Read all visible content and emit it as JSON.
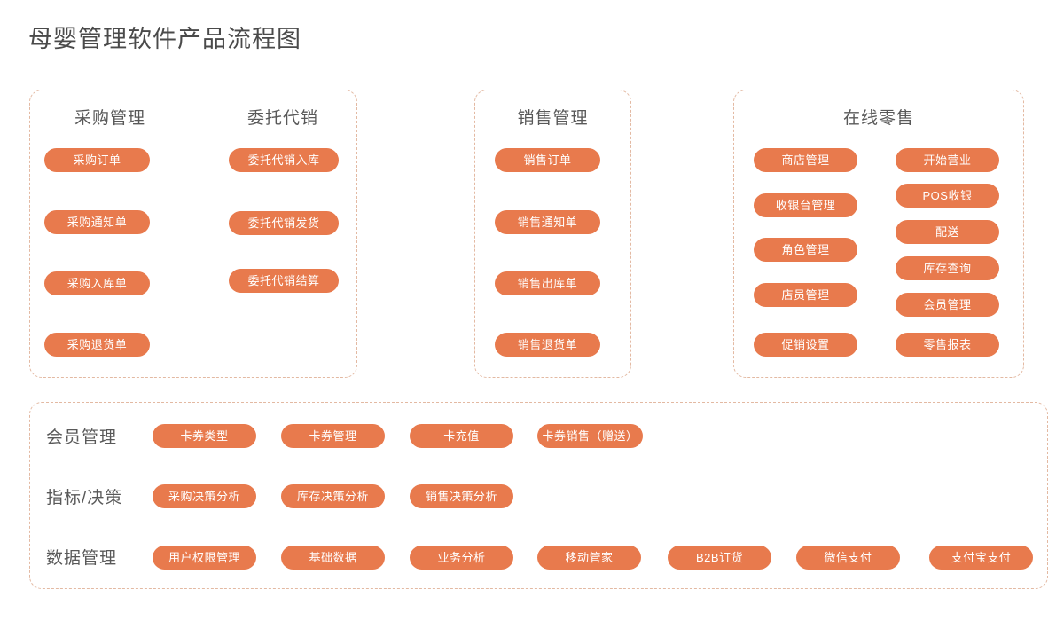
{
  "title": "母婴管理软件产品流程图",
  "theme": {
    "pill_color": "#e87a4d",
    "pill_text_color": "#ffffff",
    "panel_border_color": "#e3b9a2",
    "heading_color": "#4a4a4a",
    "background": "#ffffff"
  },
  "panels": [
    {
      "id": "panel-procurement",
      "columns": [
        {
          "id": "col-procurement",
          "title": "采购管理",
          "items": [
            "采购订单",
            "采购通知单",
            "采购入库单",
            "采购退货单"
          ]
        },
        {
          "id": "col-consignment",
          "title": "委托代销",
          "items": [
            "委托代销入库",
            "委托代销发货",
            "委托代销结算"
          ]
        }
      ]
    },
    {
      "id": "panel-sales",
      "columns": [
        {
          "id": "col-sales",
          "title": "销售管理",
          "items": [
            "销售订单",
            "销售通知单",
            "销售出库单",
            "销售退货单"
          ]
        }
      ]
    },
    {
      "id": "panel-online-retail",
      "title": "在线零售",
      "columns": [
        {
          "id": "col-retail-left",
          "items": [
            "商店管理",
            "收银台管理",
            "角色管理",
            "店员管理",
            "促销设置"
          ]
        },
        {
          "id": "col-retail-right",
          "items": [
            "开始营业",
            "POS收银",
            "配送",
            "库存查询",
            "会员管理",
            "零售报表"
          ]
        }
      ]
    }
  ],
  "bottom_panel": {
    "id": "panel-common",
    "rows": [
      {
        "id": "row-member",
        "label": "会员管理",
        "items": [
          "卡券类型",
          "卡券管理",
          "卡充值",
          "卡券销售（赠送）"
        ]
      },
      {
        "id": "row-metrics",
        "label": "指标/决策",
        "items": [
          "采购决策分析",
          "库存决策分析",
          "销售决策分析"
        ]
      },
      {
        "id": "row-data",
        "label": "数据管理",
        "items": [
          "用户权限管理",
          "基础数据",
          "业务分析",
          "移动管家",
          "B2B订货",
          "微信支付",
          "支付宝支付"
        ]
      }
    ]
  }
}
